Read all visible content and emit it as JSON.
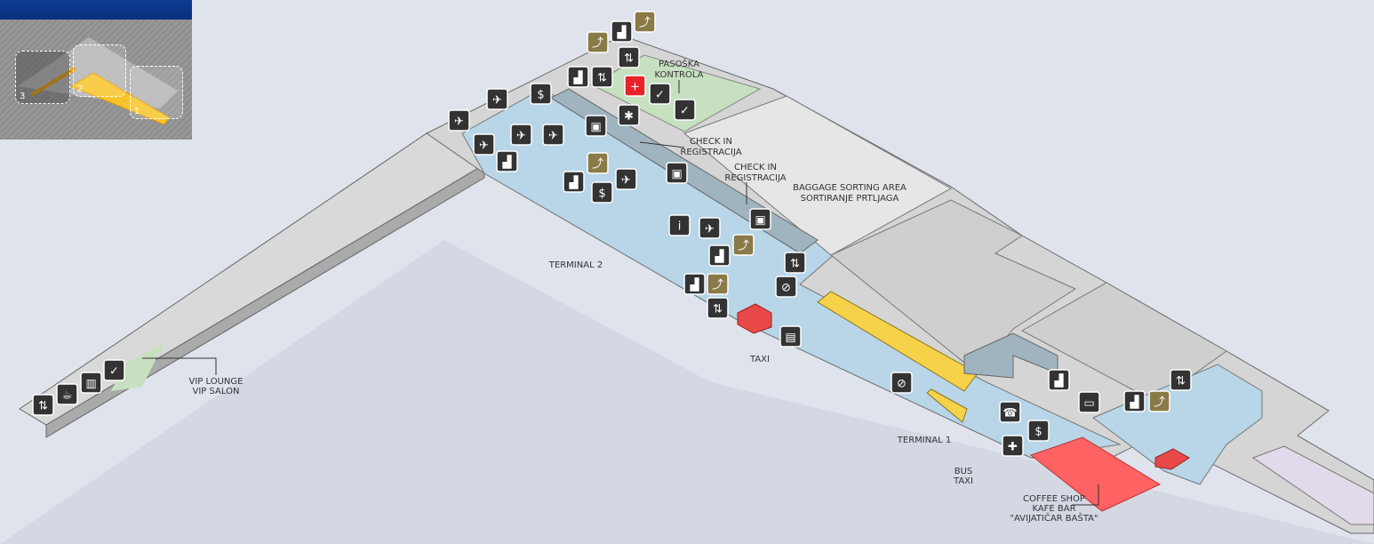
{
  "labels": {
    "passport": [
      "PASOŠKA",
      "KONTROLA"
    ],
    "checkin1": [
      "CHECK IN",
      "REGISTRACIJA"
    ],
    "checkin2": [
      "CHECK IN",
      "REGISTRACIJA"
    ],
    "baggage": [
      "BAGGAGE SORTING AREA",
      "SORTIRANJE PRTLJAGA"
    ],
    "terminal2": "TERMINAL 2",
    "terminal1": "TERMINAL 1",
    "taxi": "TAXI",
    "bus_taxi": [
      "BUS",
      "TAXI"
    ],
    "vip": [
      "VIP LOUNGE",
      "VIP SALON"
    ],
    "coffee": [
      "COFFEE SHOP",
      "KAFE BAR",
      "\"AVIJATIČAR BAŠTA\""
    ]
  },
  "key_map": {
    "zones": [
      "1",
      "2",
      "3"
    ],
    "selected_zone": "2"
  },
  "icons": [
    "escalator",
    "stairs",
    "escalator",
    "elevator",
    "stairs",
    "elevator",
    "first-aid",
    "currency-exchange",
    "customs",
    "customs",
    "alarm",
    "departures",
    "departures",
    "departures",
    "departures",
    "departures",
    "stairs",
    "check-in-desk",
    "check-in-desk",
    "escalator",
    "stairs",
    "currency-exchange",
    "departures",
    "check-in-desk",
    "information",
    "departures",
    "escalator",
    "stairs",
    "elevator",
    "stairs",
    "escalator",
    "no-smoking",
    "elevator",
    "atm",
    "no-smoking",
    "stairs",
    "ticket",
    "stairs",
    "escalator",
    "elevator",
    "telephone",
    "currency-exchange",
    "medical",
    "elevator",
    "cafe",
    "luggage-storage",
    "customs"
  ],
  "colors": {
    "floor": "#b8d6e8",
    "wall": "#c9c9c9",
    "passport": "#c7e0c0",
    "shop": "#ff6262",
    "yellow": "#f5d24a",
    "rail": "#e2d9ea",
    "key_header": "#0e3b93"
  }
}
